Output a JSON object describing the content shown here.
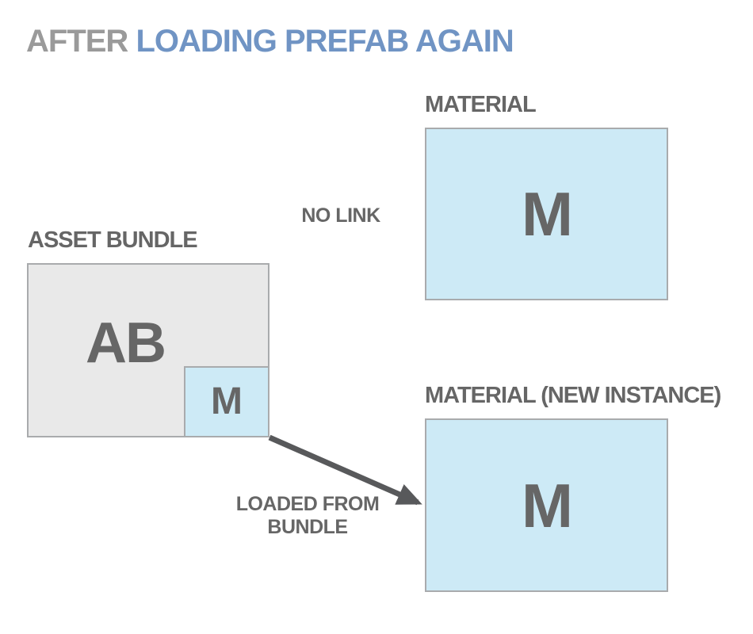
{
  "title": {
    "prefix": "AFTER ",
    "highlight": "LOADING PREFAB AGAIN"
  },
  "diagram": {
    "material_top": {
      "label": "MATERIAL",
      "letter": "M"
    },
    "asset_bundle": {
      "label": "ASSET BUNDLE",
      "letter": "AB",
      "material_letter": "M"
    },
    "material_new_instance": {
      "label": "MATERIAL (NEW INSTANCE)",
      "letter": "M"
    },
    "annotations": {
      "no_link": "NO LINK",
      "loaded_from_line1": "LOADED FROM",
      "loaded_from_line2": "BUNDLE"
    }
  },
  "colors": {
    "title_gray": "#9a9a9a",
    "title_blue": "#7094c4",
    "box_blue_fill": "#cdeaf6",
    "box_gray_fill": "#e9e9e9",
    "box_border": "#a9abad",
    "text_dark": "#666666",
    "arrow": "#58595b"
  }
}
